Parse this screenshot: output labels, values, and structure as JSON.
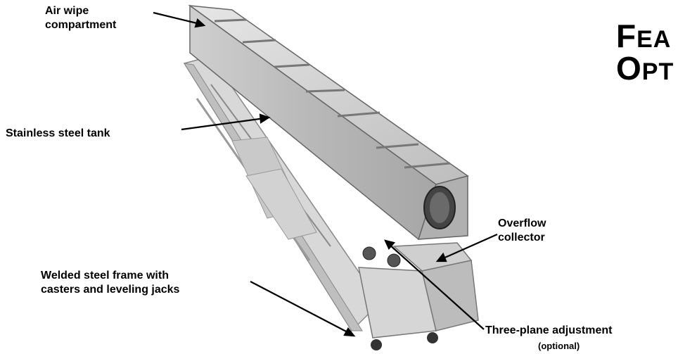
{
  "heading": {
    "line1_initial": "F",
    "line1_rest": "EA",
    "line2_initial": "O",
    "line2_rest": "PT"
  },
  "callouts": {
    "air_wipe_line1": "Air wipe",
    "air_wipe_line2": "compartment",
    "tank": "Stainless steel tank",
    "overflow_line1": "Overflow",
    "overflow_line2": "collector",
    "frame_line1": "Welded steel frame with",
    "frame_line2": "casters and leveling jacks",
    "adjust_line1": "Three-plane adjustment",
    "adjust_line2": "(optional)"
  },
  "colors": {
    "ink": "#000000",
    "steel_light": "#dcdcdc",
    "steel_mid": "#b4b4b4",
    "steel_dark": "#7a7a7a"
  }
}
